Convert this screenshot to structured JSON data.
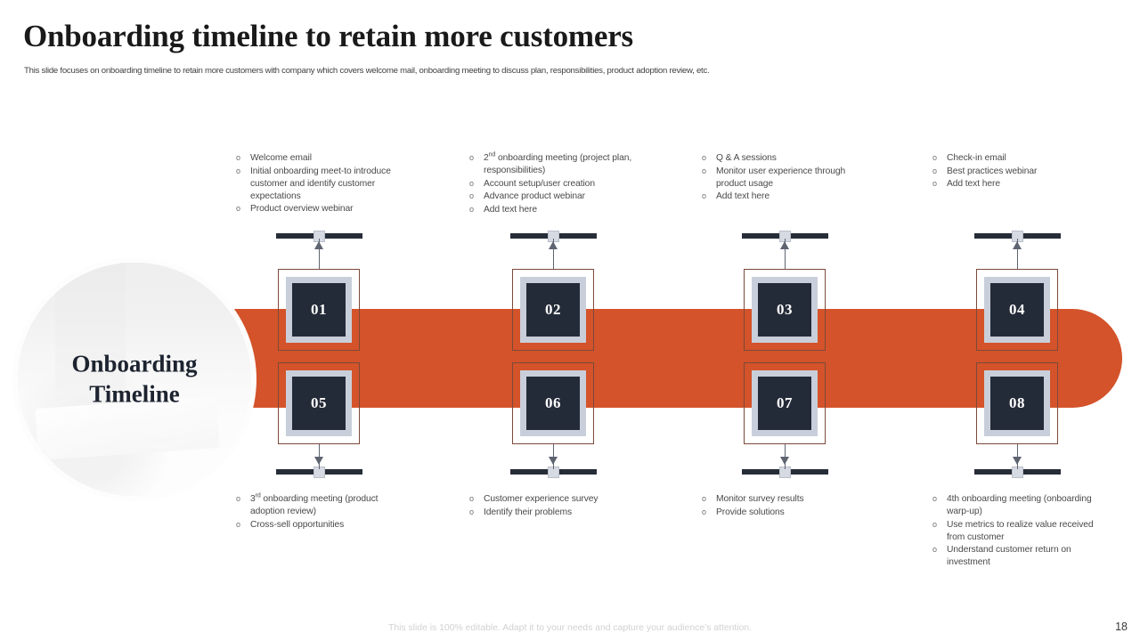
{
  "slide": {
    "title": "Onboarding timeline to retain more customers",
    "subtitle": "This slide focuses on onboarding timeline to retain more customers with company which covers welcome mail, onboarding meeting to discuss plan, responsibilities, product adoption review, etc.",
    "footer_note": "This slide is 100% editable. Adapt it to your needs and capture your audience's attention.",
    "page_number": "18"
  },
  "hero": {
    "label_line1": "Onboarding",
    "label_line2": "Timeline"
  },
  "colors": {
    "accent_orange": "#D4532A",
    "bar_cap_peach": "#FAE8E2",
    "node_dark": "#242b38",
    "node_frame": "#c9cfda",
    "tick_dark": "#272d38"
  },
  "nodes": [
    {
      "number": "01",
      "position": "top"
    },
    {
      "number": "02",
      "position": "top"
    },
    {
      "number": "03",
      "position": "top"
    },
    {
      "number": "04",
      "position": "top"
    },
    {
      "number": "05",
      "position": "bottom"
    },
    {
      "number": "06",
      "position": "bottom"
    },
    {
      "number": "07",
      "position": "bottom"
    },
    {
      "number": "08",
      "position": "bottom"
    }
  ],
  "bullet_groups": [
    {
      "id": "group-01",
      "position": "top",
      "items": [
        {
          "text": "Welcome email"
        },
        {
          "text": "Initial onboarding meet-to introduce customer and identify customer expectations"
        },
        {
          "text": "Product overview webinar"
        }
      ]
    },
    {
      "id": "group-02",
      "position": "top",
      "items": [
        {
          "text": "2nd onboarding meeting (project plan, responsibilities)",
          "prefix": "2",
          "sup": "nd",
          "rest": " onboarding meeting (project plan, responsibilities)"
        },
        {
          "text": "Account setup/user creation"
        },
        {
          "text": "Advance product webinar"
        },
        {
          "text": "Add text here"
        }
      ]
    },
    {
      "id": "group-03",
      "position": "top",
      "items": [
        {
          "text": "Q & A sessions"
        },
        {
          "text": "Monitor user experience through product usage"
        },
        {
          "text": "Add text here"
        }
      ]
    },
    {
      "id": "group-04",
      "position": "top",
      "items": [
        {
          "text": "Check-in email"
        },
        {
          "text": "Best practices webinar"
        },
        {
          "text": "Add text here"
        }
      ]
    },
    {
      "id": "group-05",
      "position": "bottom",
      "items": [
        {
          "text": "3rd onboarding meeting (product adoption review)",
          "prefix": "3",
          "sup": "rd",
          "rest": " onboarding meeting (product adoption review)"
        },
        {
          "text": "Cross-sell opportunities"
        }
      ]
    },
    {
      "id": "group-06",
      "position": "bottom",
      "items": [
        {
          "text": "Customer experience survey"
        },
        {
          "text": "Identify their problems"
        }
      ]
    },
    {
      "id": "group-07",
      "position": "bottom",
      "items": [
        {
          "text": "Monitor survey results"
        },
        {
          "text": "Provide solutions"
        }
      ]
    },
    {
      "id": "group-08",
      "position": "bottom",
      "items": [
        {
          "text": "4th onboarding meeting (onboarding warp-up)"
        },
        {
          "text": "Use metrics to realize value received from customer"
        },
        {
          "text": "Understand customer return on investment"
        }
      ]
    }
  ],
  "bullet_marker": "o"
}
